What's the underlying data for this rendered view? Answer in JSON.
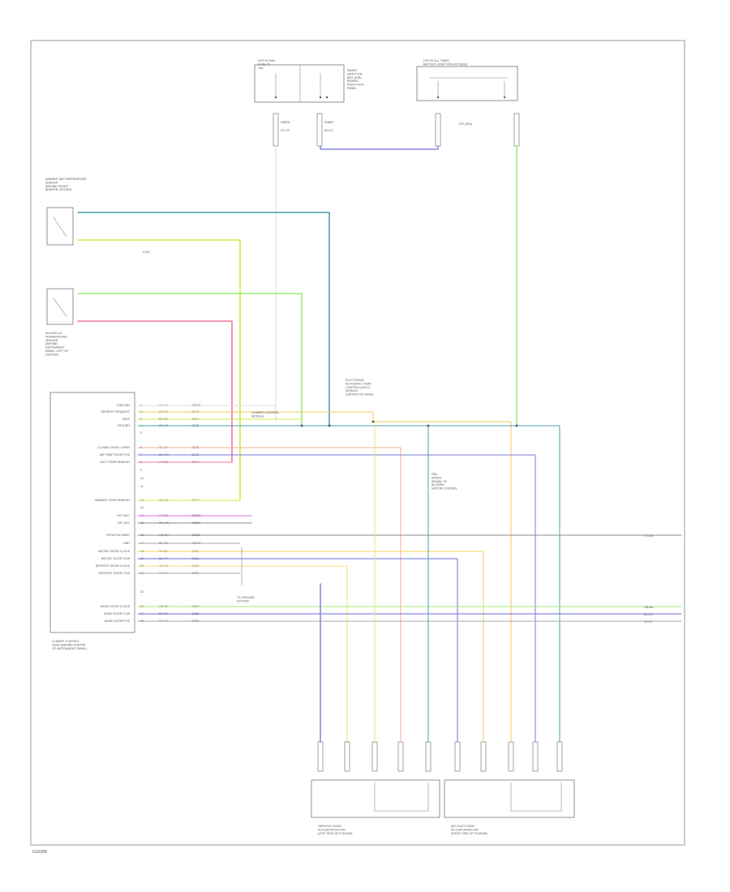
{
  "footer_code": "G10308",
  "colors": {
    "blue_violet": "#6b6bd8",
    "light_green": "#9ee87a",
    "yellow_green": "#c8ef3c",
    "teal": "#4f9fb0",
    "pink": "#f07a9a",
    "magenta": "#d96bdc",
    "yellow": "#f0e070",
    "orange_yellow": "#f5c85a",
    "salmon": "#f6a890",
    "gray": "#888888",
    "light_gray": "#bbbbbb"
  },
  "components": {
    "top_left_connector": {
      "label": "HOT IN RUN\nFUSE 26\n10A"
    },
    "top_left_note": {
      "label": "SMART\nJUNCTION\nBOX (SJB)\nBEHIND\nRIGHT KICK\nPANEL"
    },
    "top_right_connector": {
      "label": "HOT AT ALL TIMES\nBATTERY JUNCTION BOX (BJB)"
    },
    "top_right_sub": {
      "label": "F87 (20A)"
    },
    "upper_sensor": {
      "label": "AMBIENT AIR TEMPERATURE\nSENSOR\n(BEHIND FRONT\nBUMPER CENTER)"
    },
    "upper_sensor_sub": {
      "label": "C114"
    },
    "lower_sensor": {
      "label": "IN-VEHICLE\nTEMPERATURE\nSENSOR\n(BEHIND\nINSTRUMENT\nPANEL, LEFT OF\nCENTER)"
    },
    "center_module": {
      "label": "ELECTRONIC\nAUTOMATIC TEMP.\nCONTROL (EATC)\nMODULE\n(CENTER OF DASH)"
    },
    "center_note": {
      "label": "FAN\nSPEED\nSIGNAL TO\nBLOWER\nMOTOR CONTROL"
    },
    "ground_note": {
      "label": "TO GROUND\nSYSTEM"
    },
    "lower_note": {
      "label": "CLIMATE CONTROL\nMODULE"
    },
    "climate_module": {
      "label": "CLIMATE CONTROL\nHEAD (BEHIND CENTER\nOF INSTRUMENT PANEL)"
    },
    "bottom_left_actuator": {
      "label": "DEFROST DOOR\nACTUATOR MOTOR\n(LEFT SIDE OF PLENUM)"
    },
    "bottom_right_actuator": {
      "label": "AIR INLET DOOR\nACTUATOR MOTOR\n(RIGHT SIDE OF PLENUM)"
    }
  },
  "pins": [
    {
      "num": "1",
      "name": "IGNITION",
      "wire": "GY-YE",
      "circ": "CBP25"
    },
    {
      "num": "2",
      "name": "DEFROST REQUEST",
      "wire": "GY-YE",
      "circ": "CE40"
    },
    {
      "num": "3",
      "name": "VREF",
      "wire": "BN-BU",
      "circ": "CE71"
    },
    {
      "num": "4",
      "name": "RETURN",
      "wire": "GN-VT",
      "circ": "CE72"
    },
    {
      "num": "5",
      "name": "",
      "wire": "",
      "circ": ""
    },
    {
      "num": "6",
      "name": "CLOSED DOOR / OPEN",
      "wire": "YE-VT",
      "circ": "CE45"
    },
    {
      "num": "7",
      "name": "AIR TEMP DOOR POS",
      "wire": "BU-WH",
      "circ": "CE46"
    },
    {
      "num": "8",
      "name": "DUCT TEMP SENSOR",
      "wire": "VT-OG",
      "circ": "CE74"
    },
    {
      "num": "9",
      "name": "",
      "wire": "",
      "circ": ""
    },
    {
      "num": "10",
      "name": "",
      "wire": "",
      "circ": ""
    },
    {
      "num": "11",
      "name": "",
      "wire": "",
      "circ": ""
    },
    {
      "num": "12",
      "name": "AMBIENT TEMP SENSOR",
      "wire": "YE-GN",
      "circ": "CE47"
    },
    {
      "num": "13",
      "name": "",
      "wire": "",
      "circ": ""
    },
    {
      "num": "14",
      "name": "HS CAN+",
      "wire": "VT-OG",
      "circ": "VDB06"
    },
    {
      "num": "15",
      "name": "HS CAN-",
      "wire": "WH-BN",
      "circ": "VDB07"
    },
    {
      "num": "16",
      "name": "FRONT BLOWER",
      "wire": "GN-BN",
      "circ": "CE138"
    },
    {
      "num": "17",
      "name": "GND",
      "wire": "BK-GN",
      "circ": "GD148"
    },
    {
      "num": "18",
      "name": "RECIRC DOOR CLOCK",
      "wire": "YE-BN",
      "circ": "CE20"
    },
    {
      "num": "19",
      "name": "RECIRC DOOR CCW",
      "wire": "BU-VT",
      "circ": "CE21"
    },
    {
      "num": "20",
      "name": "DEFROST DOOR CLOCK",
      "wire": "YE-OG",
      "circ": "CE22"
    },
    {
      "num": "21",
      "name": "DEFROST DOOR CCW",
      "wire": "GY-VT",
      "circ": "CE23"
    },
    {
      "num": "22",
      "name": "",
      "wire": "",
      "circ": ""
    },
    {
      "num": "23",
      "name": "MODE DOOR CLOCK",
      "wire": "GN-BU",
      "circ": "CE24"
    },
    {
      "num": "24",
      "name": "MODE DOOR CCW",
      "wire": "BU-GY",
      "circ": "CE25"
    },
    {
      "num": "25",
      "name": "MODE DOOR POS",
      "wire": "GY-VT",
      "circ": "CE26"
    }
  ],
  "right_edge_labels": [
    {
      "text": "VT-OG"
    },
    {
      "text": "GN-BU"
    },
    {
      "text": "BU-GY"
    },
    {
      "text": "GY-VT"
    }
  ],
  "top_wire_labels": [
    {
      "text": "CBP26"
    },
    {
      "text": "SBB87"
    },
    {
      "text": "GY-YE"
    },
    {
      "text": "BU-VT"
    }
  ]
}
